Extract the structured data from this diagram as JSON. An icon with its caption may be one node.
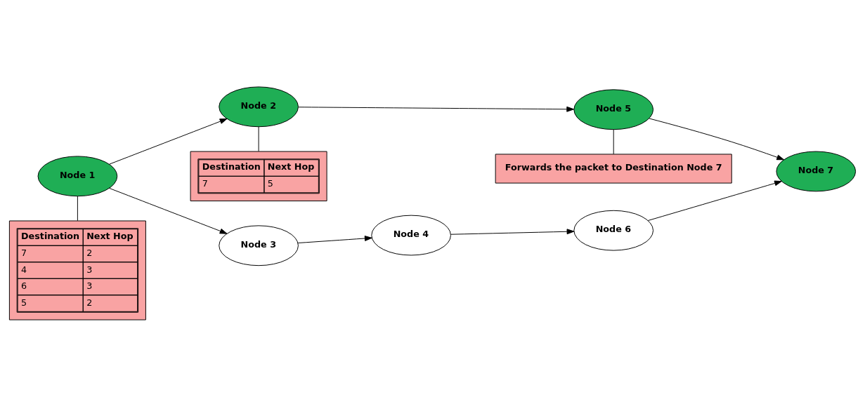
{
  "diagram": {
    "nodes": [
      {
        "text": [
          "Node 1"
        ]
      },
      {
        "text": [
          "Node 2"
        ]
      },
      {
        "text": [
          "Node 3"
        ]
      },
      {
        "text": [
          "Node 4"
        ]
      },
      {
        "text": [
          "Node 5"
        ]
      },
      {
        "text": [
          "Node 6"
        ]
      },
      {
        "text": [
          "Node 7"
        ]
      },
      {
        "text": [
          "Destination",
          "Next Hop",
          "7",
          "2",
          "4",
          "3",
          "6",
          "3",
          "5",
          "2"
        ]
      },
      {
        "text": [
          "Destination",
          "Next Hop",
          "7",
          "5"
        ]
      },
      {
        "text": [
          "Forwards the packet to Destination Node 7"
        ]
      }
    ],
    "edges": [
      {
        "from": 0,
        "to": 2,
        "arrow": "to"
      },
      {
        "from": 2,
        "to": 3,
        "arrow": "to"
      },
      {
        "from": 3,
        "to": 5,
        "arrow": "to"
      },
      {
        "from": 5,
        "to": 6,
        "arrow": "to"
      },
      {
        "from": 0,
        "to": 1,
        "arrow": "to"
      },
      {
        "from": 1,
        "to": 4,
        "arrow": "to"
      },
      {
        "from": 4,
        "to": 6,
        "arrow": "to"
      },
      {
        "from": 0,
        "to": 7,
        "arrow": "none"
      },
      {
        "from": 1,
        "to": 8,
        "arrow": "none"
      },
      {
        "from": 4,
        "to": 9,
        "arrow": "none"
      }
    ]
  }
}
